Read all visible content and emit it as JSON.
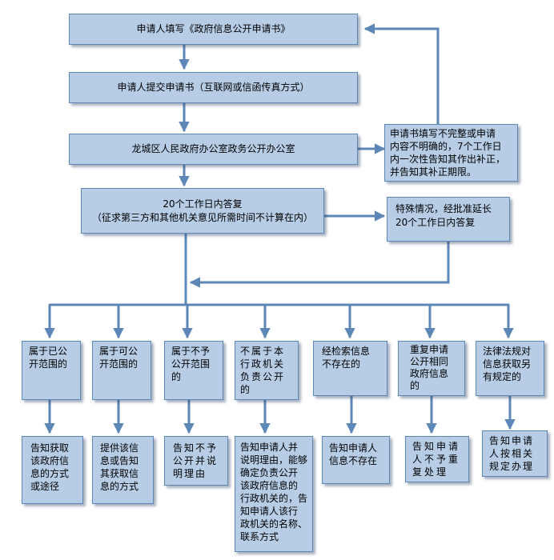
{
  "colors": {
    "box_fill": "#b7cde6",
    "box_border": "#5c87b7",
    "arrow": "#5c87b7"
  },
  "flow": {
    "step1": "申请人填写《政府信息公开申请书》",
    "step2": "申请人提交申请书（互联网或信函传真方式）",
    "step3": "龙城区人民政府办公室政务公开办公室",
    "step4": [
      "20个工作日内答复",
      "（征求第三方和其他机关意见所需时间不计算在内）"
    ],
    "incomplete": [
      "申请书填写不完整或申请",
      "内容不明确的，7个工作日",
      "内一次性告知其作出补正，",
      "并告知其补正期限。"
    ],
    "extension": [
      "特殊情况，经批准延长",
      "20个工作日内答复"
    ]
  },
  "categories": [
    {
      "lines": [
        "属于已公",
        "开范围的"
      ]
    },
    {
      "lines": [
        "属于可公",
        "开范围的"
      ]
    },
    {
      "lines": [
        "属于不予",
        "公开范围",
        "的"
      ]
    },
    {
      "lines": [
        "不属于本",
        "行政机关",
        "负责公开",
        "的"
      ]
    },
    {
      "lines": [
        "经检索信息",
        "不存在的"
      ]
    },
    {
      "lines": [
        "重复申请",
        "公开相同",
        "政府信息",
        "的"
      ]
    },
    {
      "lines": [
        "法律法规对",
        "信息获取另",
        "有规定的"
      ]
    }
  ],
  "results": [
    {
      "lines": [
        "告知获取",
        "该政府信",
        "息的方式",
        "或途径"
      ]
    },
    {
      "lines": [
        "提供该信",
        "息或告知",
        "其获取信",
        "息的方式"
      ]
    },
    {
      "lines": [
        "告知不予",
        "公开并说",
        "明理由"
      ]
    },
    {
      "lines": [
        "告知申请人并",
        "说明理由，能够",
        "确定负责公开",
        "该政府信息的",
        "行政机关的，告",
        "知申请人该行",
        "政机关的名称、",
        "联系方式"
      ]
    },
    {
      "lines": [
        "告知申请人",
        "信息不存在"
      ]
    },
    {
      "lines": [
        "告知申请",
        "人不予重",
        "复处理"
      ]
    },
    {
      "lines": [
        "告知申请",
        "人按相关",
        "规定办理"
      ]
    }
  ]
}
